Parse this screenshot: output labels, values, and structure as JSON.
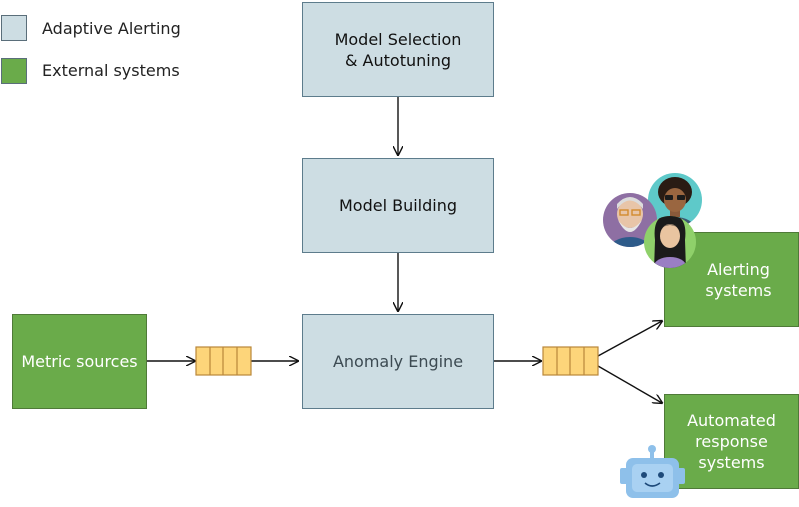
{
  "legend": {
    "items": [
      {
        "label": "Adaptive Alerting",
        "color": "#cddde3"
      },
      {
        "label": "External systems",
        "color": "#6aab4a"
      }
    ]
  },
  "nodes": {
    "model_selection": "Model Selection\n& Autotuning",
    "model_building": "Model Building",
    "anomaly_engine": "Anomaly Engine",
    "metric_sources": "Metric sources",
    "alerting_systems": "Alerting\nsystems",
    "automated_response": "Automated\nresponse\nsystems"
  },
  "colors": {
    "adaptive_fill": "#cddde3",
    "external_fill": "#6aab4a",
    "queue_fill": "#fdd57a",
    "queue_border": "#b9873a",
    "robot": "#8ec0ea"
  },
  "icons": [
    "person-avatar-icon",
    "robot-icon",
    "message-queue-icon"
  ]
}
